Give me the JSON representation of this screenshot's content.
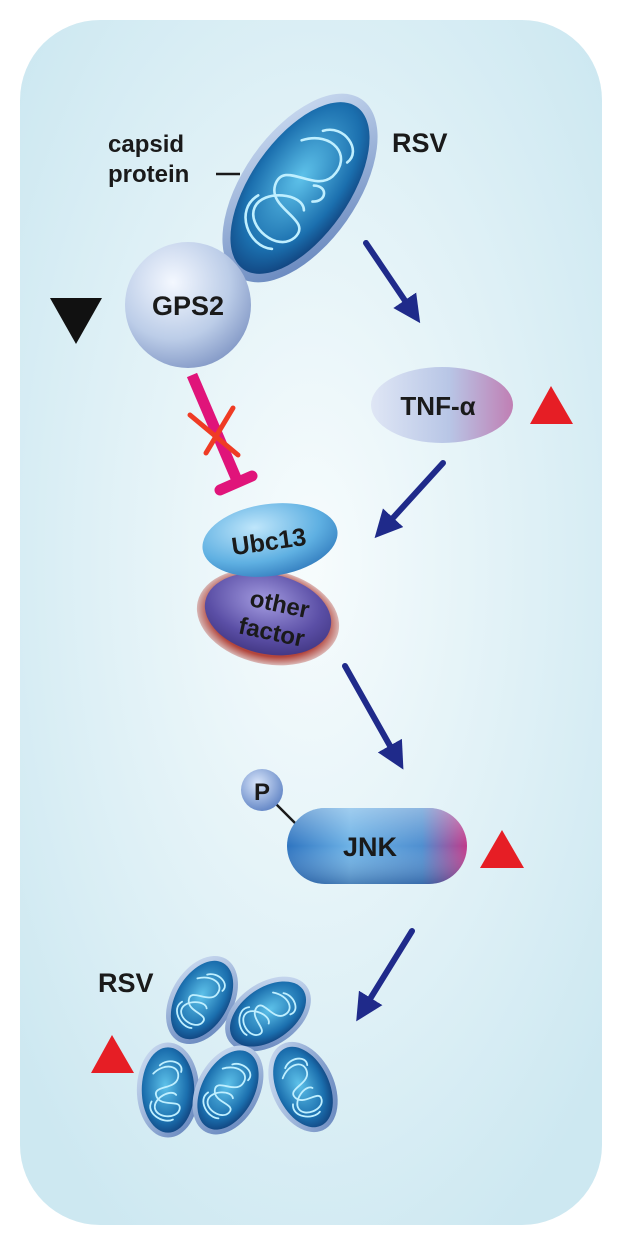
{
  "labels": {
    "capsid_line1": "capsid",
    "capsid_line2": "protein",
    "rsv_top": "RSV",
    "gps2": "GPS2",
    "tnf": "TNF-α",
    "ubc13": "Ubc13",
    "other_line1": "other",
    "other_line2": "factor",
    "phospho": "P",
    "jnk": "JNK",
    "rsv_bottom": "RSV"
  },
  "indicators": {
    "gps2": "down",
    "tnf": "up",
    "jnk": "up",
    "rsv_progeny": "up"
  },
  "colors": {
    "background": "#d8eef5",
    "arrow": "#1f2a8a",
    "inhibition": "#e0147a",
    "block_x": "#ef3b24",
    "up_triangle": "#e61e25",
    "down_triangle": "#111111",
    "virus": "#1f6fae",
    "ubc13": "#4fa4dc",
    "other_factor": "#4a3f8c"
  },
  "icons": {
    "virus": "virus-particle-icon",
    "up": "triangle-up-icon",
    "down": "triangle-down-icon"
  }
}
